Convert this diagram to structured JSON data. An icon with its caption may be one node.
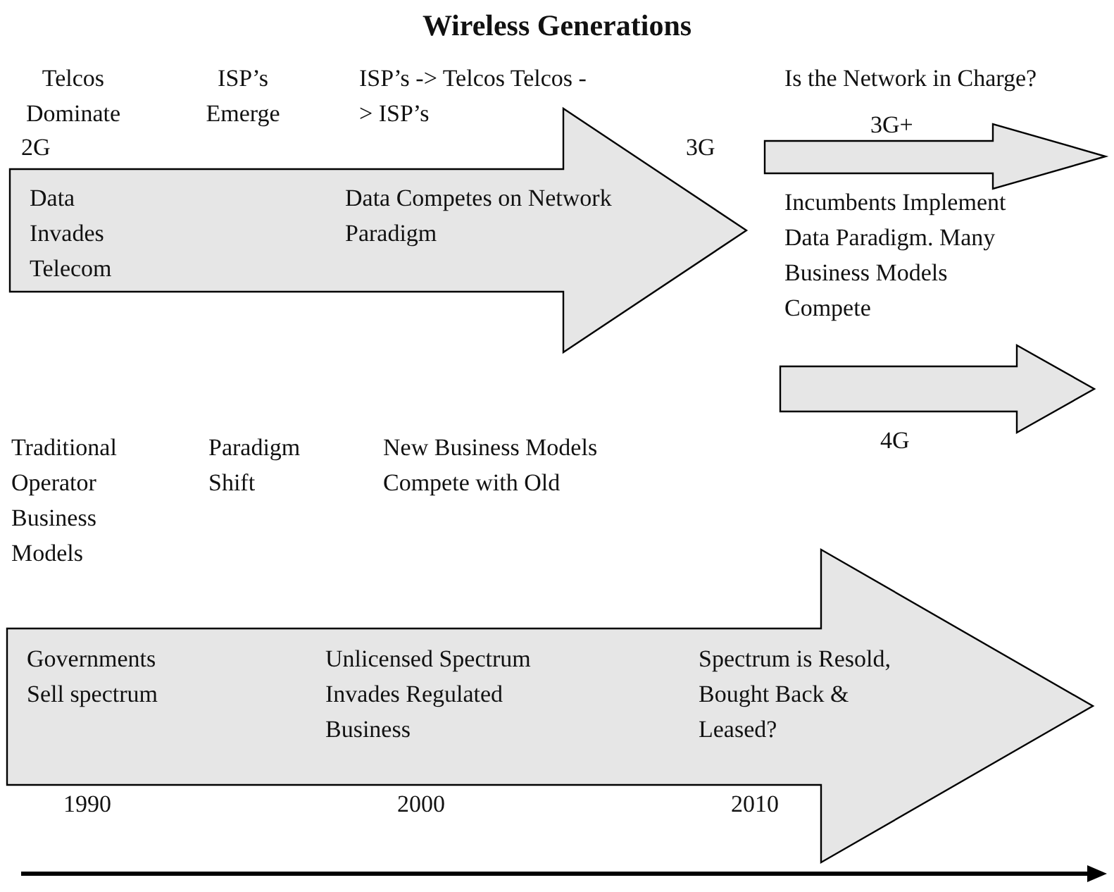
{
  "diagram": {
    "title": "Wireless Generations",
    "nodes": [
      {
        "text": [
          "Data Invades Telecom",
          "Data Competes on Network Paradigm"
        ]
      },
      {
        "text": [],
        "shape": "arrow",
        "beside": [
          "3G+"
        ]
      },
      {
        "text": [],
        "shape": "arrow",
        "beside": [
          "4G"
        ]
      },
      {
        "text": [
          "Governments Sell spectrum",
          "Unlicensed Spectrum Invades Regulated Business",
          "Spectrum is Resold, Bought Back & Leased?"
        ]
      }
    ],
    "labels": [
      "Telcos Dominate",
      "ISP’s Emerge",
      "ISP’s -> Telcos Telcos -> ISP’s",
      "Is the Network in Charge?",
      "2G",
      "3G",
      "Incumbents Implement Data Paradigm. Many Business Models Compete",
      "Traditional Operator Business Models",
      "Paradigm Shift",
      "New Business Models Compete with Old",
      "1990",
      "2000",
      "2010"
    ]
  }
}
